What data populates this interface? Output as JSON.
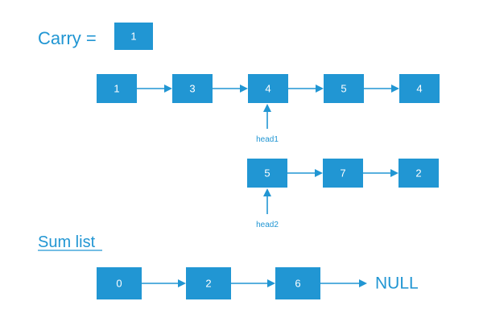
{
  "carry": {
    "label": "Carry =",
    "value": "1"
  },
  "list1": {
    "nodes": [
      "1",
      "3",
      "4",
      "5",
      "4"
    ],
    "pointer_label": "head1"
  },
  "list2": {
    "nodes": [
      "5",
      "7",
      "2"
    ],
    "pointer_label": "head2"
  },
  "sum_list": {
    "title": "Sum list",
    "nodes": [
      "0",
      "2",
      "6"
    ],
    "terminator": "NULL"
  },
  "colors": {
    "accent": "#2196d3",
    "text_on_accent": "#ffffff",
    "background": "#ffffff"
  }
}
